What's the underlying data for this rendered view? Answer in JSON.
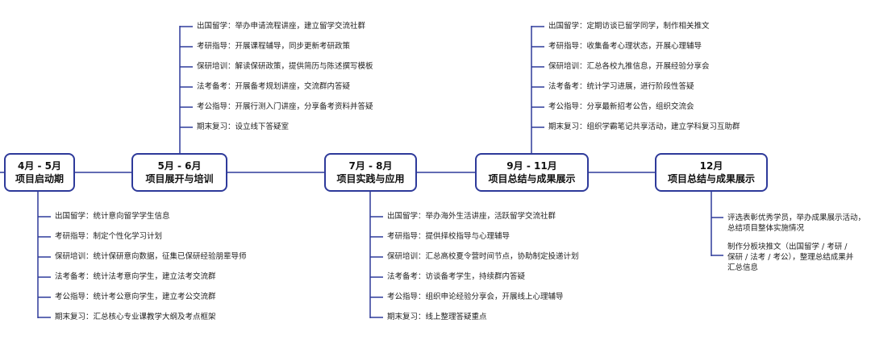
{
  "phases": [
    {
      "date": "4月 - 5月",
      "title": "项目启动期"
    },
    {
      "date": "5月 - 6月",
      "title": "项目展开与培训"
    },
    {
      "date": "7月 - 8月",
      "title": "项目实践与应用"
    },
    {
      "date": "9月 - 11月",
      "title": "项目总结与成果展示"
    },
    {
      "date": "12月",
      "title": "项目总结与成果展示"
    }
  ],
  "phase1_items": [
    "出国留学：统计意向留学学生信息",
    "考研指导：制定个性化学习计划",
    "保研培训：统计保研意向数据，征集已保研经验朋辈导师",
    "法考备考：统计法考意向学生，建立法考交流群",
    "考公指导：统计考公意向学生，建立考公交流群",
    "期末复习：汇总核心专业课教学大纲及考点框架"
  ],
  "phase2_items": [
    "出国留学：举办申请流程讲座，建立留学交流社群",
    "考研指导：开展课程辅导，同步更新考研政策",
    "保研培训：解读保研政策，提供简历与陈述撰写模板",
    "法考备考：开展备考规划讲座，交流群内答疑",
    "考公指导：开展行测入门讲座，分享备考资料并答疑",
    "期末复习：设立线下答疑室"
  ],
  "phase3_items": [
    "出国留学：举办海外生活讲座，活跃留学交流社群",
    "考研指导：提供择校指导与心理辅导",
    "保研培训：汇总高校夏令营时间节点，协助制定投递计划",
    "法考备考：访谈备考学生，持续群内答疑",
    "考公指导：组织申论经验分享会，开展线上心理辅导",
    "期末复习：线上整理答疑重点"
  ],
  "phase4_items": [
    "出国留学：定期访谈已留学同学，制作相关推文",
    "考研指导：收集备考心理状态，开展心理辅导",
    "保研培训：汇总各校九推信息，开展经验分享会",
    "法考备考：统计学习进展，进行阶段性答疑",
    "考公指导：分享最新招考公告，组织交流会",
    "期末复习：组织学霸笔记共享活动，建立学科复习互助群"
  ],
  "phase5_items": [
    "评选表彰优秀学员，举办成果展示活动，总结项目整体实施情况",
    "制作分板块推文（出国留学 / 考研 / 保研 / 法考 / 考公），整理总结成果并汇总信息"
  ]
}
